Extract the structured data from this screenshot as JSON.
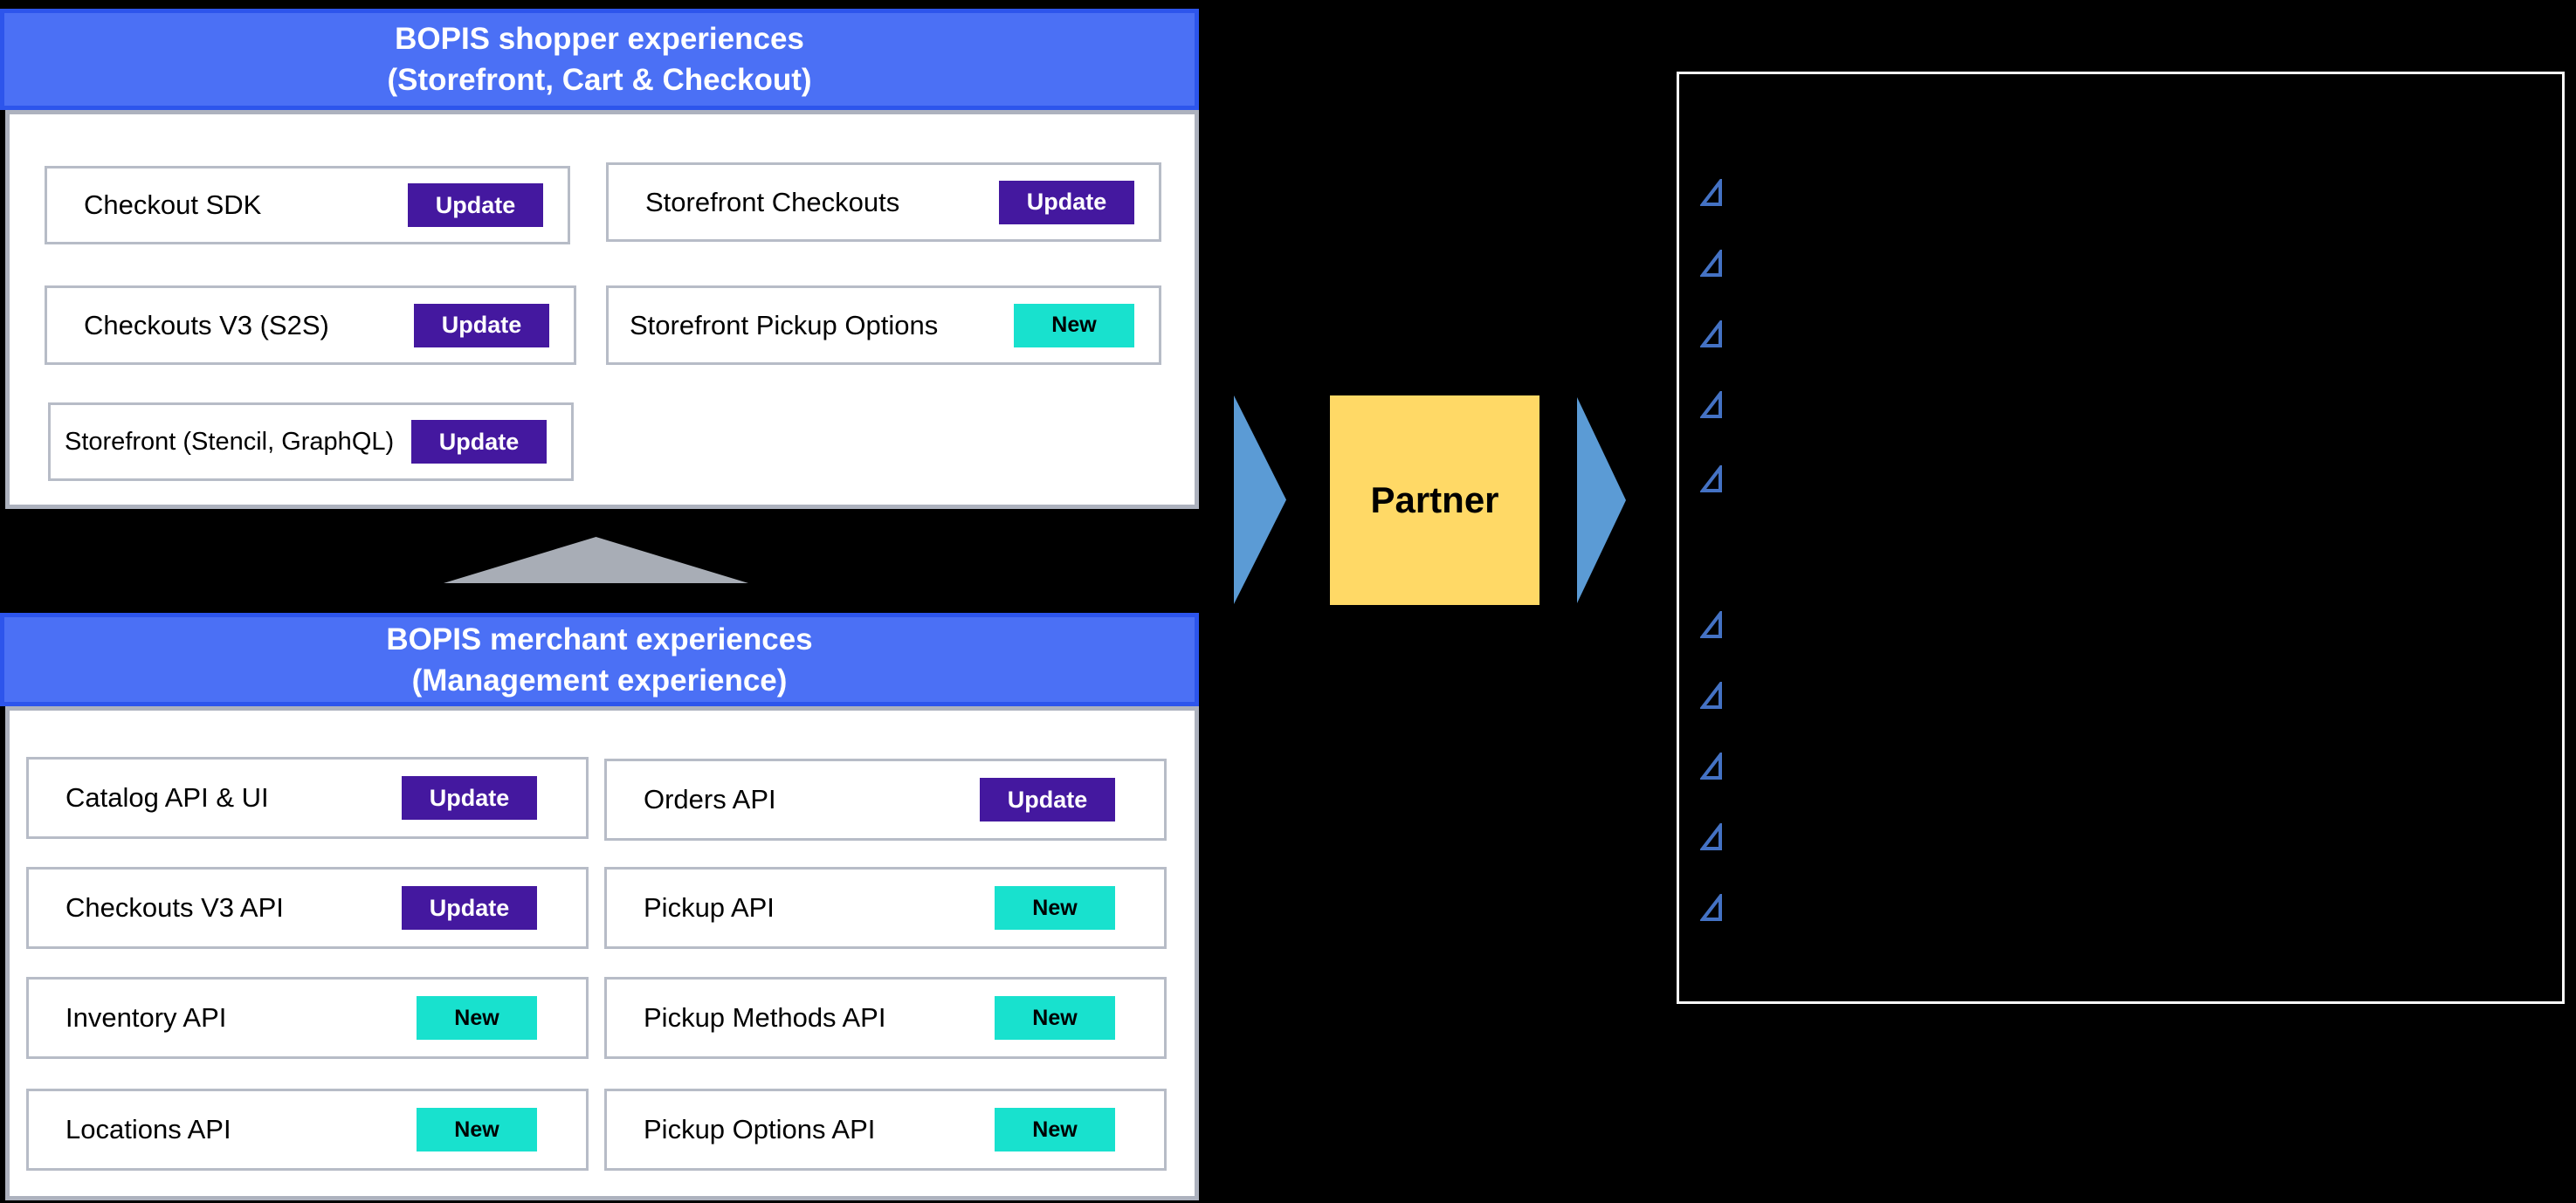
{
  "shopper": {
    "title_line1": "BOPIS shopper experiences",
    "title_line2": "(Storefront, Cart & Checkout)",
    "items": [
      {
        "label": "Checkout SDK",
        "badge": "Update"
      },
      {
        "label": "Storefront Checkouts",
        "badge": "Update"
      },
      {
        "label": "Checkouts V3 (S2S)",
        "badge": "Update"
      },
      {
        "label": "Storefront Pickup Options",
        "badge": "New"
      },
      {
        "label": "Storefront (Stencil, GraphQL)",
        "badge": "Update"
      }
    ]
  },
  "merchant": {
    "title_line1": "BOPIS merchant experiences",
    "title_line2": "(Management experience)",
    "items": [
      {
        "label": "Catalog API & UI",
        "badge": "Update"
      },
      {
        "label": "Orders API",
        "badge": "Update"
      },
      {
        "label": "Checkouts V3 API",
        "badge": "Update"
      },
      {
        "label": "Pickup API",
        "badge": "New"
      },
      {
        "label": "Inventory API",
        "badge": "New"
      },
      {
        "label": "Pickup Methods API",
        "badge": "New"
      },
      {
        "label": "Locations API",
        "badge": "New"
      },
      {
        "label": "Pickup Options API",
        "badge": "New"
      }
    ]
  },
  "flow": {
    "partner_label": "Partner"
  },
  "right_panel": {
    "bullet_icon": "triangle-bullet-icon",
    "bullet_groups": [
      {
        "count": 5
      },
      {
        "count": 5
      }
    ]
  },
  "colors": {
    "background": "#000000",
    "header_blue": "#4B70F5",
    "header_border_blue": "#2D55EC",
    "update_badge_purple": "#44189F",
    "new_badge_teal": "#18E1CE",
    "partner_yellow": "#FFD966",
    "arrow_blue": "#5B9BD5",
    "upward_triangle_gray": "#A8ADB6",
    "bullet_blue": "#4472C4",
    "panel_border": "#FAFAFA"
  }
}
